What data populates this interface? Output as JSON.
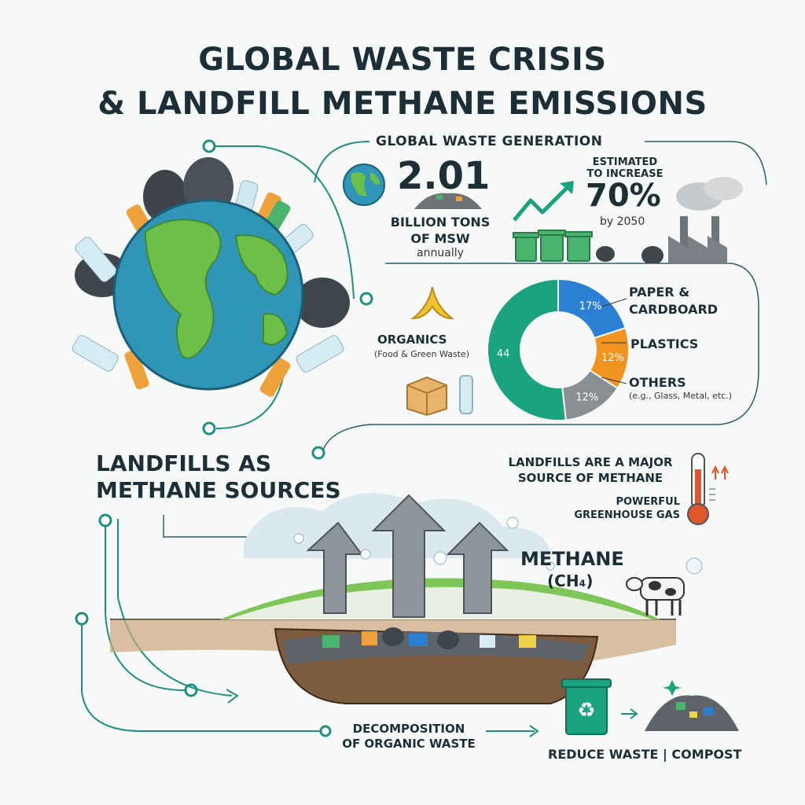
{
  "title": {
    "line1": "GLOBAL WASTE CRISIS",
    "line2": "& LANDFILL METHANE EMISSIONS"
  },
  "generation": {
    "heading": "GLOBAL WASTE GENERATION",
    "value": "2.01",
    "unit_line1": "BILLION TONS",
    "unit_line2": "OF MSW",
    "unit_line3": "annually",
    "increase_line1": "ESTIMATED",
    "increase_line2": "TO INCREASE",
    "increase_value": "70%",
    "increase_year": "by 2050"
  },
  "composition": {
    "organics_label": "ORGANICS",
    "organics_sub": "(Food & Green Waste)",
    "paper_label_line1": "PAPER &",
    "paper_label_line2": "CARDBOARD",
    "plastics_label": "PLASTICS",
    "others_label": "OTHERS",
    "others_sub": "(e.g., Glass, Metal, etc.)"
  },
  "chart_data": {
    "type": "pie",
    "categories": [
      "Organics",
      "Paper & Cardboard",
      "Plastics",
      "Others"
    ],
    "values": [
      44,
      17,
      12,
      12
    ],
    "value_labels": [
      "44",
      "17%",
      "12%",
      "12%"
    ],
    "colors": [
      "#1aa37e",
      "#2b80d4",
      "#f0931f",
      "#8a8f93"
    ]
  },
  "landfill": {
    "heading_line1": "LANDFILLS AS",
    "heading_line2": "METHANE SOURCES",
    "major_line1": "LANDFILLS ARE A MAJOR",
    "major_line2": "SOURCE OF METHANE",
    "ghg_line1": "POWERFUL",
    "ghg_line2": "GREENHOUSE GAS",
    "methane_line1": "METHANE",
    "methane_line2": "(CH₄)",
    "decomp_line1": "DECOMPOSITION",
    "decomp_line2": "OF ORGANIC WASTE",
    "reduce": "REDUCE WASTE | COMPOST"
  },
  "icons": [
    "globe-icon",
    "waste-pile-icon",
    "trend-arrow-icon",
    "trash-bin-icon",
    "factory-icon",
    "banana-peel-icon",
    "cardboard-box-icon",
    "plastic-bottle-icon",
    "thermometer-icon",
    "cow-icon",
    "recycle-bin-icon",
    "sparkle-icon"
  ],
  "colors": {
    "accent_teal": "#1f8f80",
    "organics": "#1aa37e",
    "paper": "#2b80d4",
    "plastics": "#f0931f",
    "others": "#8a8f93",
    "alert": "#e0562d"
  }
}
